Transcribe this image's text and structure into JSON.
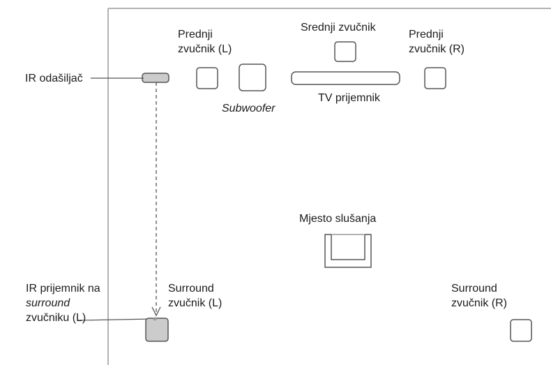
{
  "labels": {
    "ir_transmitter": "IR odašiljač",
    "front_left_line1": "Prednji",
    "front_left_line2": "zvučnik (L)",
    "center_speaker": "Srednji zvučnik",
    "front_right_line1": "Prednji",
    "front_right_line2": "zvučnik (R)",
    "subwoofer": "Subwoofer",
    "tv_receiver": "TV prijemnik",
    "listening_position": "Mjesto slušanja",
    "ir_receiver_line1": "IR prijemnik na",
    "ir_receiver_line2": "surround",
    "ir_receiver_line3": "zvučniku (L)",
    "surround_left_line1": "Surround",
    "surround_left_line2": "zvučnik (L)",
    "surround_right_line1": "Surround",
    "surround_right_line2": "zvučnik (R)"
  },
  "colors": {
    "outline": "#555555",
    "text": "#1a1a1a",
    "highlight_fill": "#cccccc",
    "wall": "#999999"
  }
}
